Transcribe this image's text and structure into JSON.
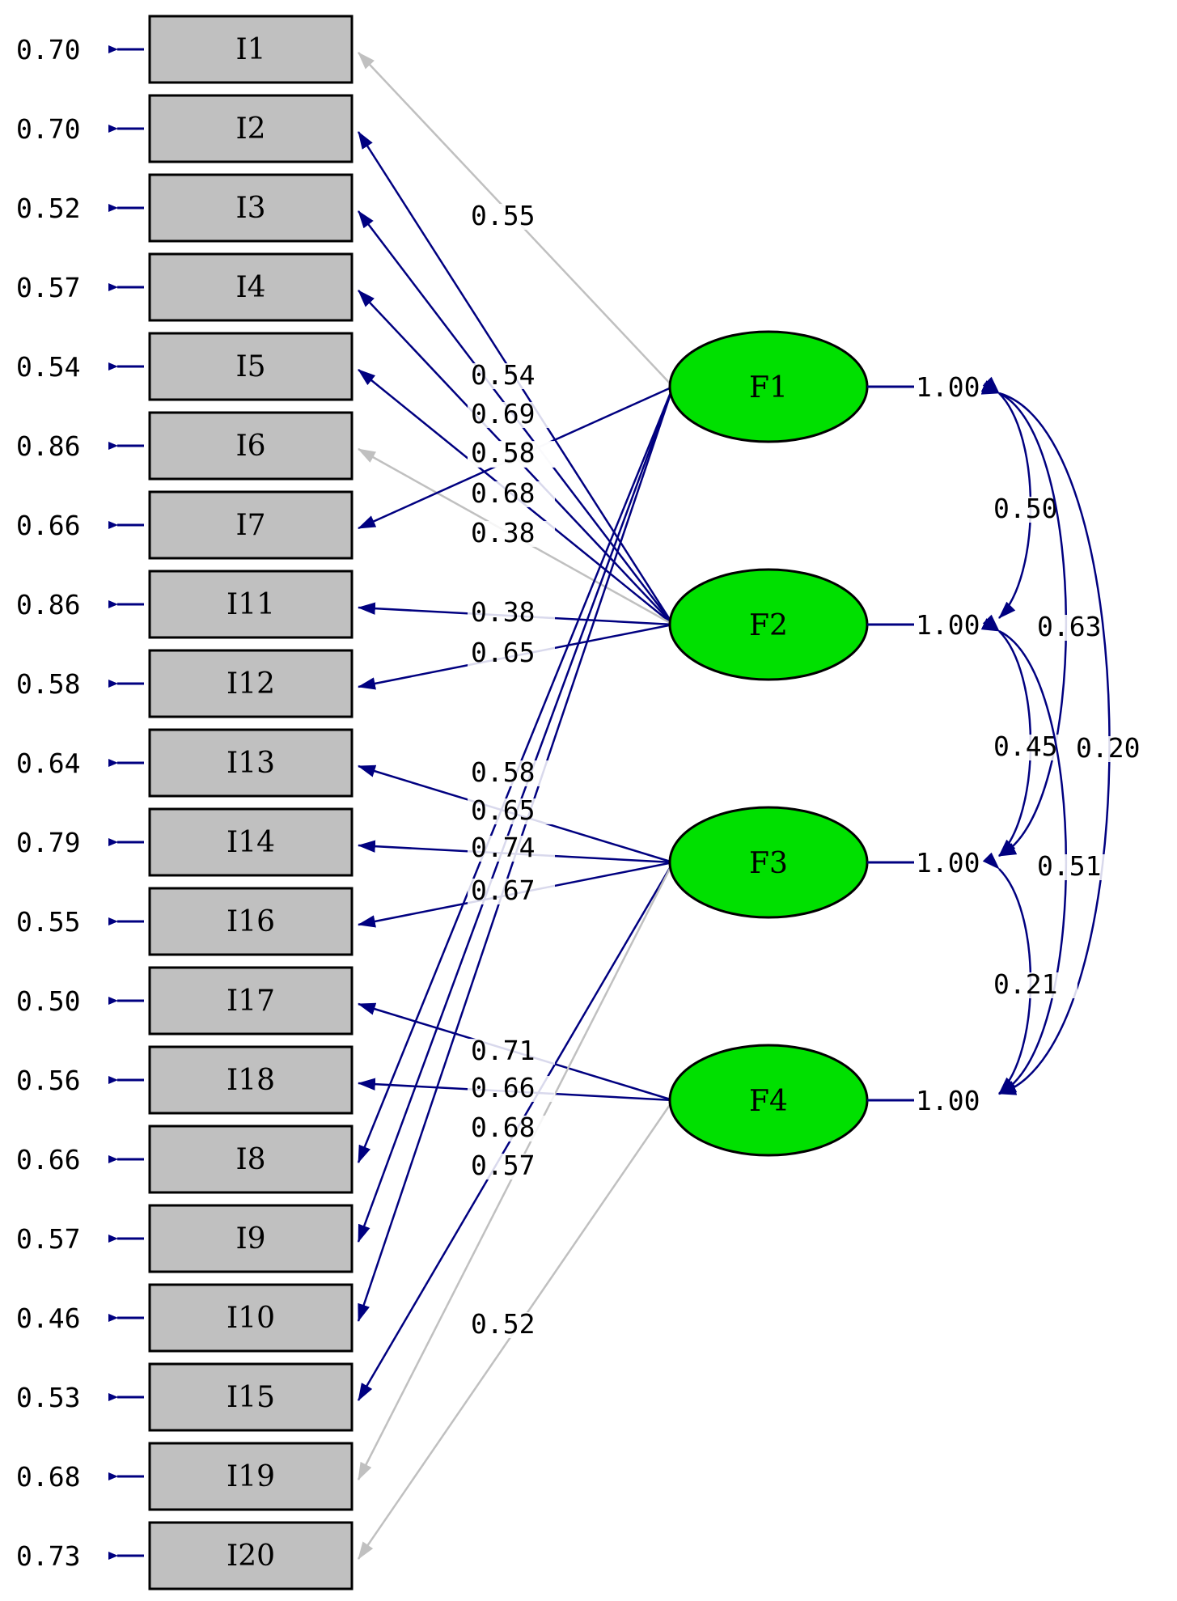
{
  "items": [
    {
      "id": "I1",
      "error": "0.70"
    },
    {
      "id": "I2",
      "error": "0.70"
    },
    {
      "id": "I3",
      "error": "0.52"
    },
    {
      "id": "I4",
      "error": "0.57"
    },
    {
      "id": "I5",
      "error": "0.54"
    },
    {
      "id": "I6",
      "error": "0.86"
    },
    {
      "id": "I7",
      "error": "0.66"
    },
    {
      "id": "I11",
      "error": "0.86"
    },
    {
      "id": "I12",
      "error": "0.58"
    },
    {
      "id": "I13",
      "error": "0.64"
    },
    {
      "id": "I14",
      "error": "0.79"
    },
    {
      "id": "I16",
      "error": "0.55"
    },
    {
      "id": "I17",
      "error": "0.50"
    },
    {
      "id": "I18",
      "error": "0.56"
    },
    {
      "id": "I8",
      "error": "0.66"
    },
    {
      "id": "I9",
      "error": "0.57"
    },
    {
      "id": "I10",
      "error": "0.46"
    },
    {
      "id": "I15",
      "error": "0.53"
    },
    {
      "id": "I19",
      "error": "0.68"
    },
    {
      "id": "I20",
      "error": "0.73"
    }
  ],
  "factors": [
    {
      "id": "F1",
      "variance": "1.00"
    },
    {
      "id": "F2",
      "variance": "1.00"
    },
    {
      "id": "F3",
      "variance": "1.00"
    },
    {
      "id": "F4",
      "variance": "1.00"
    }
  ],
  "loadings": [
    {
      "factor": "F1",
      "item": "I1",
      "value": "0.55",
      "style": "gray"
    },
    {
      "factor": "F2",
      "item": "I2",
      "value": "0.54",
      "style": "blue"
    },
    {
      "factor": "F2",
      "item": "I3",
      "value": "0.69",
      "style": "blue"
    },
    {
      "factor": "F2",
      "item": "I4",
      "value": "0.58",
      "style": "blue"
    },
    {
      "factor": "F2",
      "item": "I5",
      "value": "0.68",
      "style": "blue"
    },
    {
      "factor": "F2",
      "item": "I6",
      "value": "0.38",
      "style": "gray"
    },
    {
      "factor": "F1",
      "item": "I7",
      "value": "0.58",
      "style": "blue"
    },
    {
      "factor": "F2",
      "item": "I11",
      "value": "0.38",
      "style": "blue"
    },
    {
      "factor": "F2",
      "item": "I12",
      "value": "0.65",
      "style": "blue"
    },
    {
      "factor": "F3",
      "item": "I13",
      "value": "0.58",
      "style": "blue"
    },
    {
      "factor": "F3",
      "item": "I14",
      "value": "0.74",
      "style": "blue"
    },
    {
      "factor": "F3",
      "item": "I16",
      "value": "0.67",
      "style": "blue"
    },
    {
      "factor": "F4",
      "item": "I17",
      "value": "0.71",
      "style": "blue"
    },
    {
      "factor": "F4",
      "item": "I18",
      "value": "0.66",
      "style": "blue"
    },
    {
      "factor": "F1",
      "item": "I8",
      "value": "0.65",
      "style": "blue"
    },
    {
      "factor": "F1",
      "item": "I9",
      "value": "0.68",
      "style": "blue"
    },
    {
      "factor": "F1",
      "item": "I10",
      "value": "0.57",
      "style": "blue"
    },
    {
      "factor": "F3",
      "item": "I15",
      "value": "0.52",
      "style": "blue"
    },
    {
      "factor": "F3",
      "item": "I19",
      "value": "",
      "style": "gray"
    },
    {
      "factor": "F4",
      "item": "I20",
      "value": "",
      "style": "gray"
    }
  ],
  "correlations": [
    {
      "from": "F1",
      "to": "F2",
      "value": "0.50"
    },
    {
      "from": "F1",
      "to": "F3",
      "value": "0.63"
    },
    {
      "from": "F1",
      "to": "F4",
      "value": "0.20"
    },
    {
      "from": "F2",
      "to": "F3",
      "value": "0.45"
    },
    {
      "from": "F2",
      "to": "F4",
      "value": "0.51"
    },
    {
      "from": "F3",
      "to": "F4",
      "value": "0.21"
    }
  ],
  "colors": {
    "path_blue": "#000080",
    "path_gray": "#c0c0c0",
    "factor_fill": "#00e000",
    "box_fill": "#c0c0c0"
  }
}
